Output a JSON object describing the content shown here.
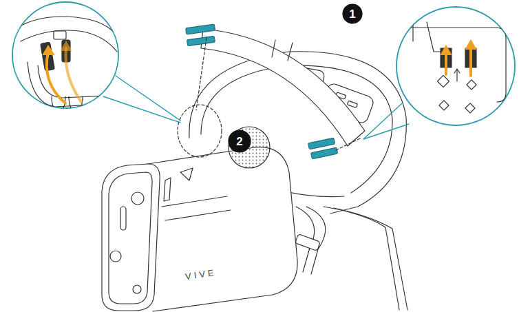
{
  "diagram": {
    "labels": [
      "1",
      "2",
      "VIVE"
    ]
  }
}
